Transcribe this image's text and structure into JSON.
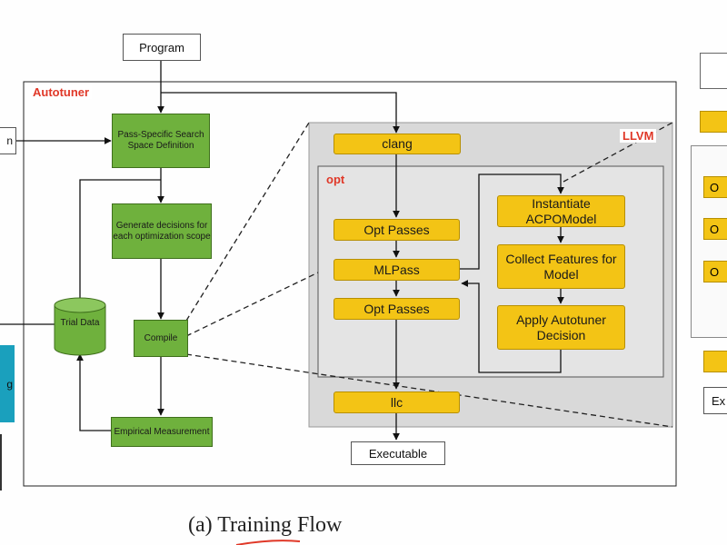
{
  "inputs": {
    "program": "Program"
  },
  "outputs": {
    "executable": "Executable"
  },
  "autotuner": {
    "label": "Autotuner",
    "pass_specific": "Pass-Specific Search Space Definition",
    "generate_decisions": "Generate decisions for each optimization scope",
    "compile": "Compile",
    "empirical": "Empirical Measurement",
    "trial_data": "Trial Data"
  },
  "llvm": {
    "label": "LLVM",
    "clang": "clang",
    "opt_label": "opt",
    "opt_passes_1": "Opt Passes",
    "mlpass": "MLPass",
    "opt_passes_2": "Opt Passes",
    "llc": "llc",
    "instantiate": "Instantiate ACPOModel",
    "collect": "Collect Features for Model",
    "apply": "Apply Autotuner Decision"
  },
  "caption": "(a) Training Flow",
  "cropped_edges": {
    "left_stub_1": "n",
    "left_stub_2": "g",
    "right_stub_1": "O",
    "right_stub_2": "O",
    "right_stub_3": "O",
    "right_stub_4": "Ex"
  },
  "colors": {
    "green": "#6fb13d",
    "yellow": "#f3c415",
    "llvm_bg": "#d9d9d9",
    "tag_red": "#e03828",
    "teal": "#1aa0bd"
  }
}
